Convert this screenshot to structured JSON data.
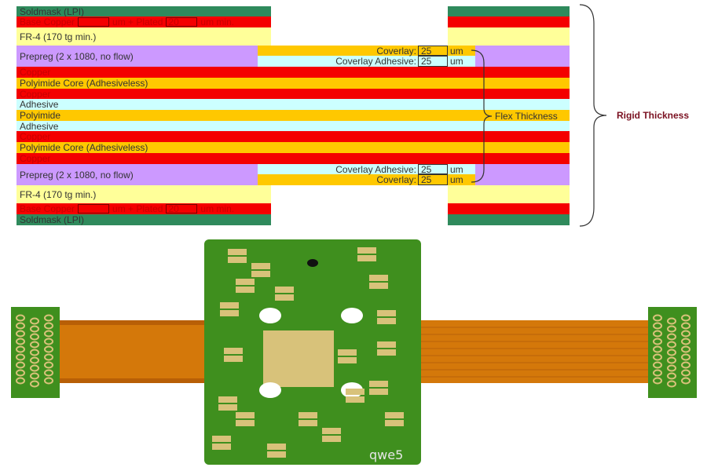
{
  "stackup": {
    "soldmask": "Soldmask (LPI)",
    "base_copper": "Base Copper",
    "base_copper_value": "",
    "plated_sep": "um + Plated",
    "plated_value": "20",
    "plated_unit": "um min.",
    "fr4": "FR-4 (170 tg min.)",
    "prepreg": "Prepreg (2 x 1080, no flow)",
    "copper": "Copper",
    "polyimide_core": "Polyimide Core (Adhesiveless)",
    "adhesive": "Adhesive",
    "polyimide": "Polyimide",
    "coverlay_label": "Coverlay:",
    "coverlay_value": "25",
    "coverlay_adhesive_label": "Coverlay Adhesive:",
    "coverlay_adhesive_value": "25",
    "unit": "um",
    "flex_thickness": "Flex Thickness",
    "rigid_thickness": "Rigid Thickness"
  },
  "colors": {
    "soldmask": "#2f8a5c",
    "copper": "#f40000",
    "fr4": "#ffff99",
    "prepreg": "#cc99ff",
    "polyimide": "#ffc800",
    "adhesive": "#ccffff",
    "rigid_label": "#7a1020",
    "pcb_green": "#3f8f1e",
    "flex": "#d4780a",
    "pad": "#d8c27a"
  },
  "pcb": {
    "silkscreen_mark": "qwe5"
  }
}
